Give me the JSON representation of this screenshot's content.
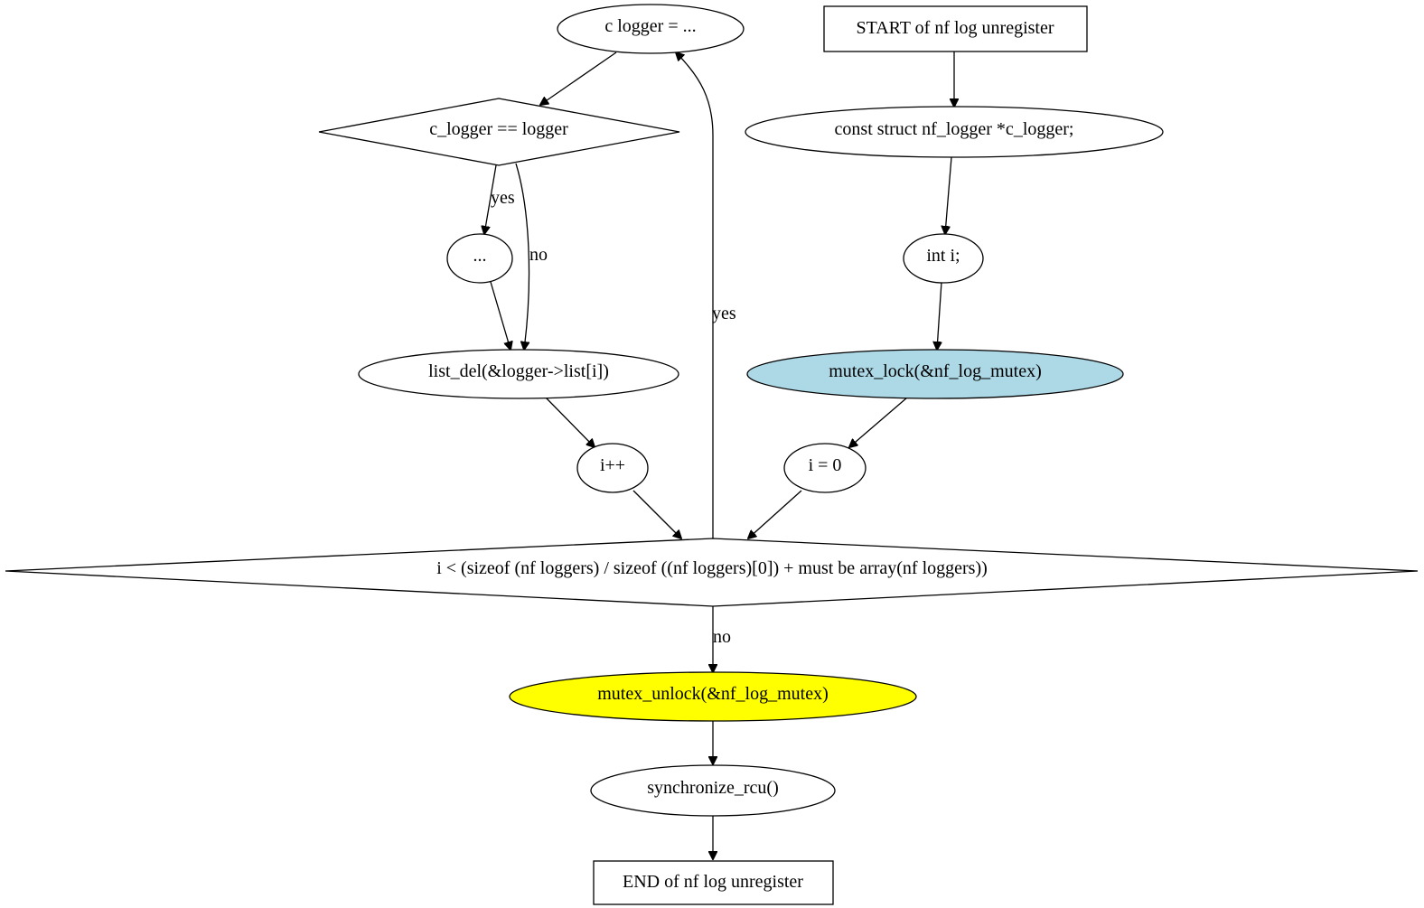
{
  "nodes": {
    "start": {
      "label": "START of nf  log  unregister"
    },
    "decl_c_logger": {
      "label": "const struct nf_logger *c_logger;"
    },
    "decl_i": {
      "label": "int i;"
    },
    "mutex_lock": {
      "label": "mutex_lock(&nf_log_mutex)",
      "fill": "#add8e6"
    },
    "init_i": {
      "label": "i = 0"
    },
    "loop_cond": {
      "label": "i < (sizeof (nf  loggers) / sizeof ((nf  loggers)[0]) +     must  be  array(nf  loggers))"
    },
    "assign_c_logger": {
      "label": "c  logger = ..."
    },
    "cmp_logger": {
      "label": "c_logger == logger"
    },
    "ellipsis": {
      "label": "..."
    },
    "list_del": {
      "label": "list_del(&logger->list[i])"
    },
    "incr_i": {
      "label": "i++"
    },
    "mutex_unlock": {
      "label": "mutex_unlock(&nf_log_mutex)",
      "fill": "#ffff00"
    },
    "sync_rcu": {
      "label": "synchronize_rcu()"
    },
    "end": {
      "label": "END of nf  log  unregister"
    }
  },
  "edge_labels": {
    "cmp_yes": "yes",
    "cmp_no": "no",
    "loop_yes": "yes",
    "loop_no": "no"
  }
}
